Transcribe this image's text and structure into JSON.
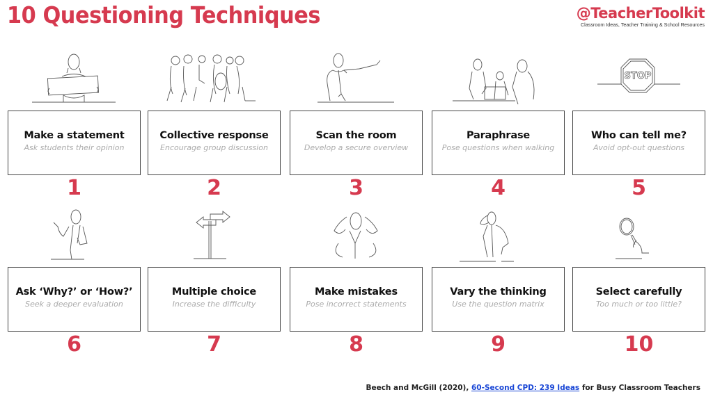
{
  "header": {
    "title": "10 Questioning Techniques",
    "brand_name": "@TeacherToolkit",
    "brand_tagline": "Classroom Ideas, Teacher Training & School Resources"
  },
  "colors": {
    "accent": "#d63a4f",
    "box_border": "#444444",
    "subtitle": "#aaaaaa",
    "link": "#1a47d6"
  },
  "techniques": [
    {
      "number": "1",
      "title": "Make a statement",
      "subtitle": "Ask students their opinion",
      "icon": "person-holding-sign-icon"
    },
    {
      "number": "2",
      "title": "Collective response",
      "subtitle": "Encourage group discussion",
      "icon": "group-circle-discussion-icon"
    },
    {
      "number": "3",
      "title": "Scan the room",
      "subtitle": "Develop a secure overview",
      "icon": "man-pointing-icon"
    },
    {
      "number": "4",
      "title": "Paraphrase",
      "subtitle": "Pose questions when walking",
      "icon": "group-at-laptop-icon"
    },
    {
      "number": "5",
      "title": "Who can tell me?",
      "subtitle": "Avoid opt-out questions",
      "icon": "stop-sign-icon"
    },
    {
      "number": "6",
      "title": "Ask ‘Why?’ or ‘How?’",
      "subtitle": "Seek a deeper evaluation",
      "icon": "man-gesturing-icon"
    },
    {
      "number": "7",
      "title": "Multiple choice",
      "subtitle": "Increase the difficulty",
      "icon": "direction-signpost-icon"
    },
    {
      "number": "8",
      "title": "Make mistakes",
      "subtitle": "Pose incorrect statements",
      "icon": "stressed-man-icon"
    },
    {
      "number": "9",
      "title": "Vary the thinking",
      "subtitle": "Use the question matrix",
      "icon": "thinking-man-icon"
    },
    {
      "number": "10",
      "title": "Select carefully",
      "subtitle": "Too much or too little?",
      "icon": "magnifying-glass-icon"
    }
  ],
  "footer": {
    "prefix": "Beech and McGill (2020), ",
    "link_text": "60-Second CPD: 239 Ideas",
    "suffix": " for Busy Classroom Teachers"
  }
}
